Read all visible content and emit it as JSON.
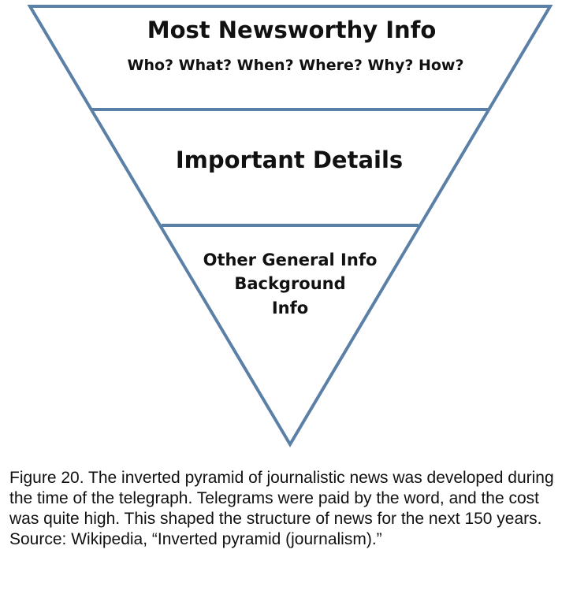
{
  "diagram": {
    "line_color": "#5b80a7",
    "tiers": [
      {
        "title": "Most Newsworthy Info",
        "subtitle": "Who? What? When? Where? Why? How?"
      },
      {
        "title": "Important Details"
      },
      {
        "lines": [
          "Other General Info",
          "Background",
          "Info"
        ]
      }
    ]
  },
  "caption": "Figure 20. The inverted pyramid of journalistic news was developed during the time of the telegraph. Telegrams were paid by the word, and the cost was quite high. This shaped the structure of news for the next 150 years. Source: Wikipedia, “Inverted pyramid (journalism).”"
}
